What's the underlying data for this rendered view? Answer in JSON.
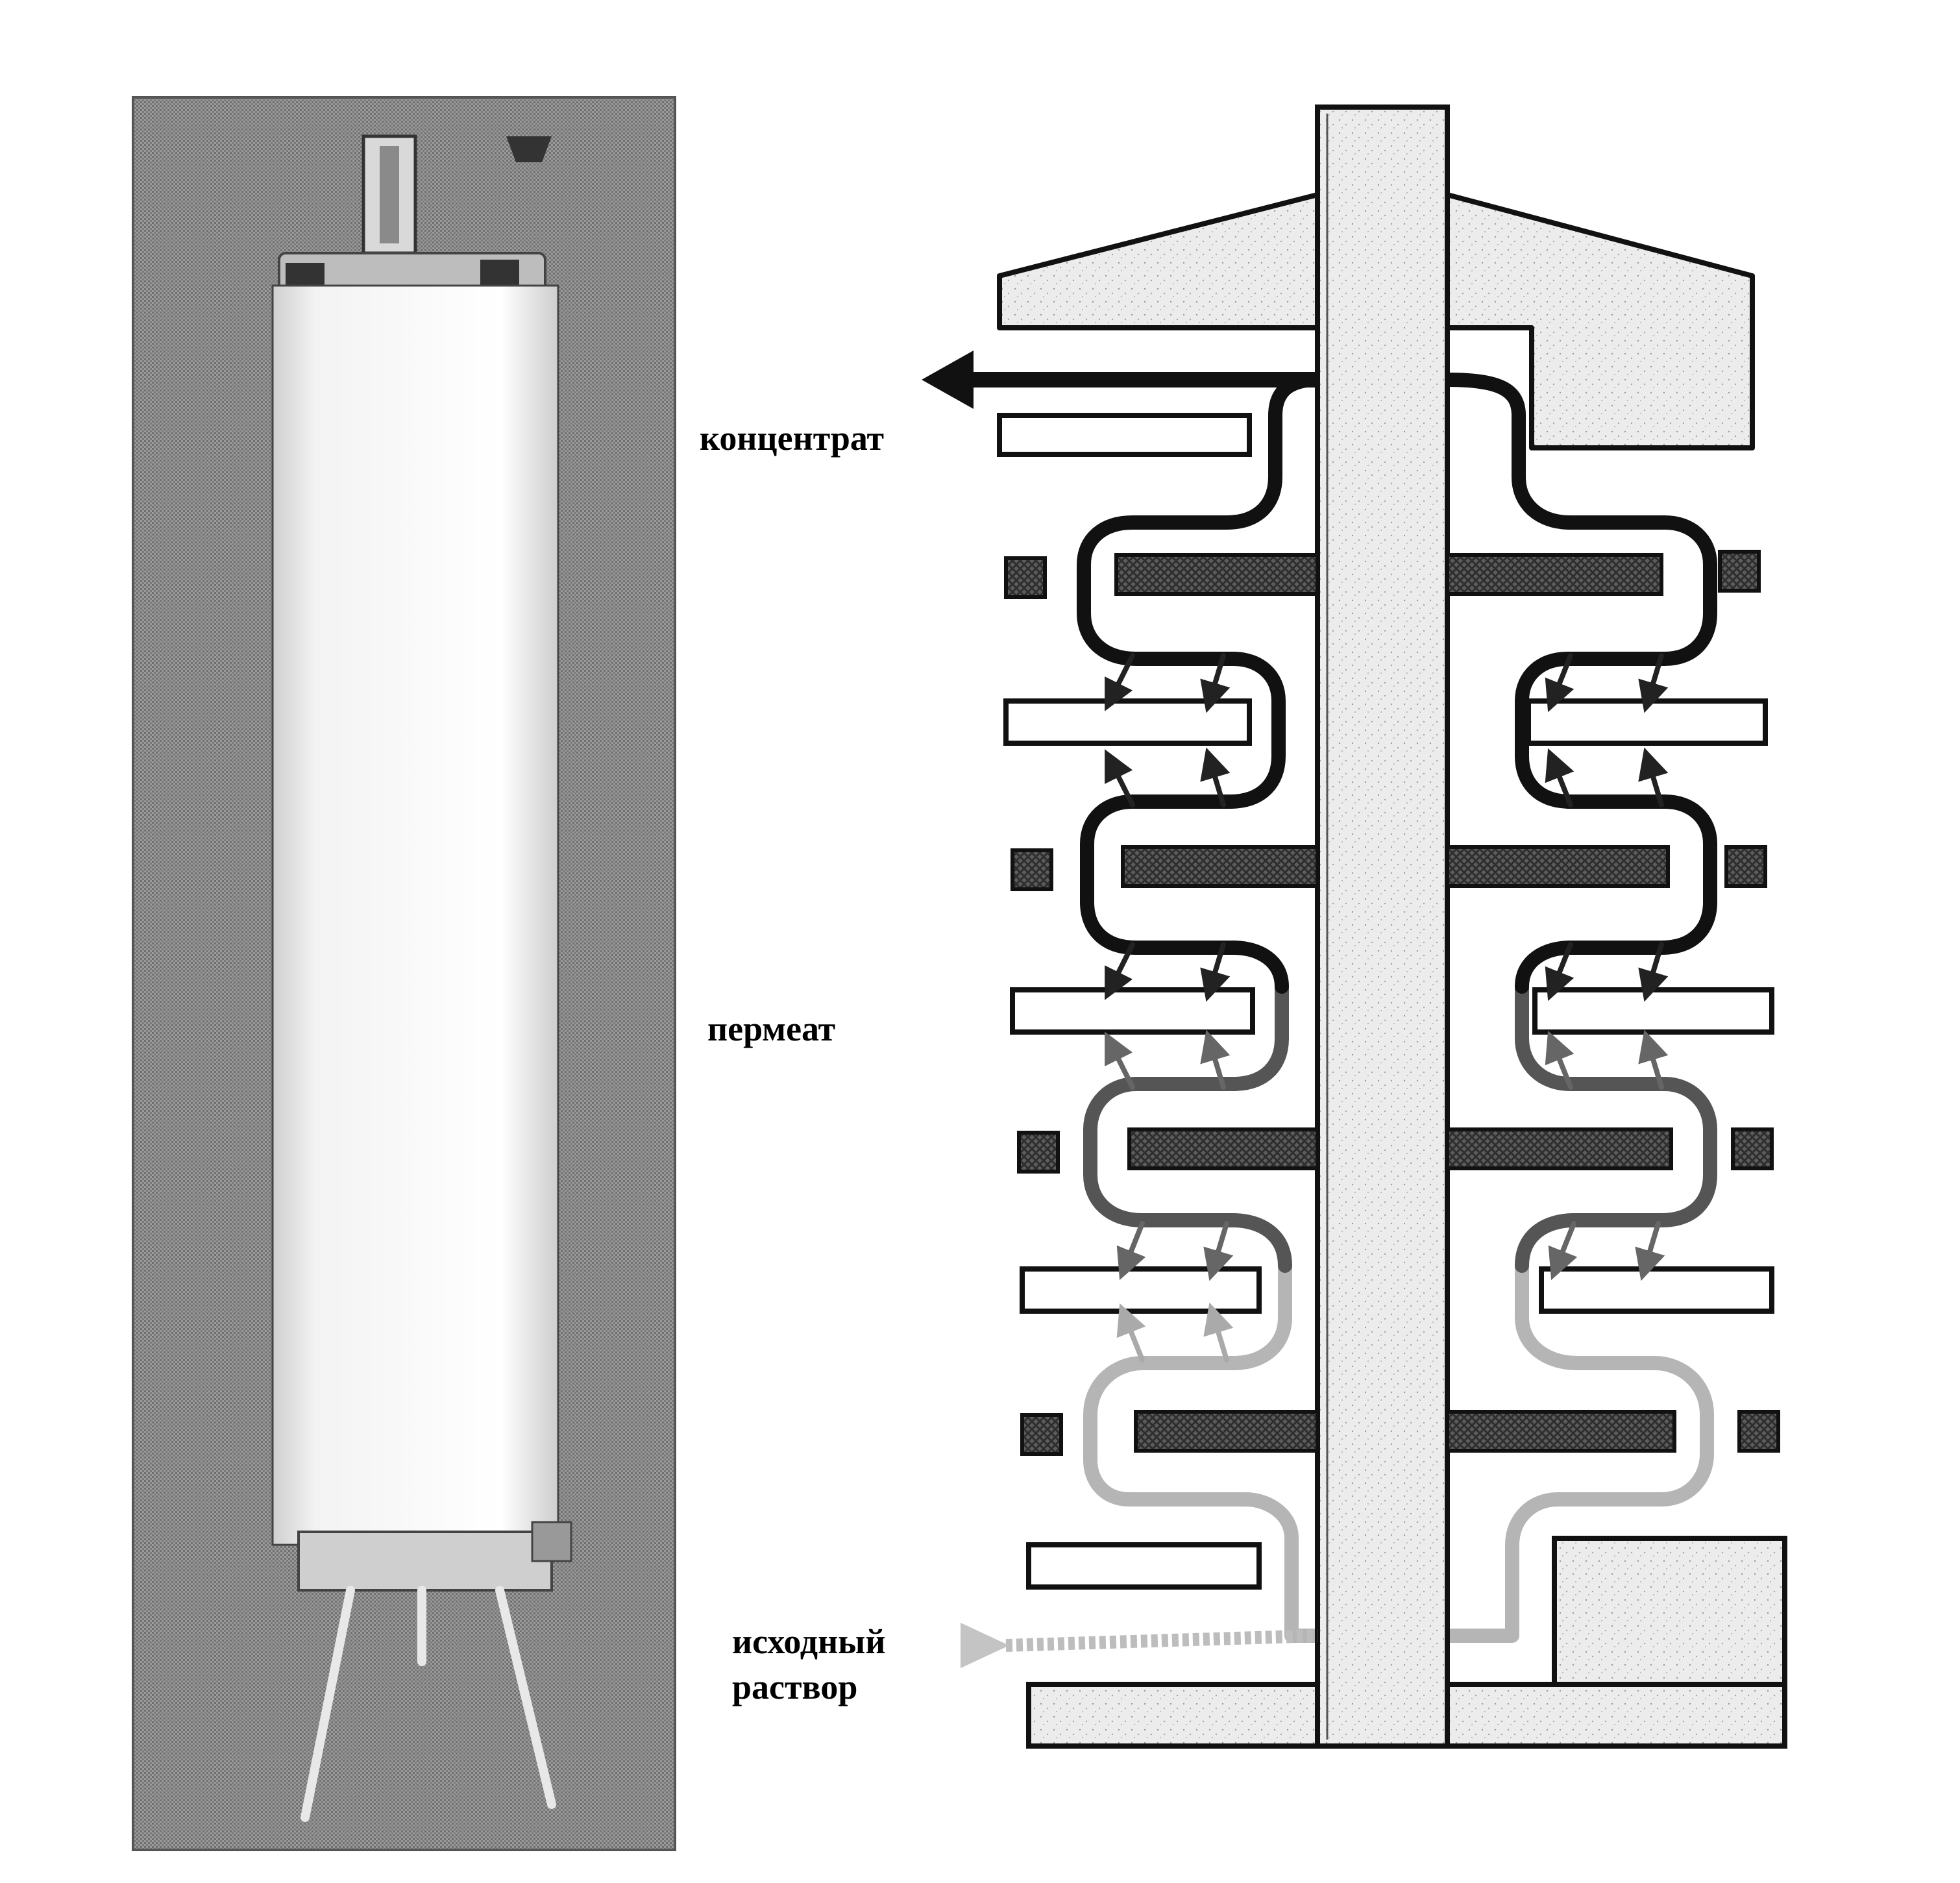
{
  "labels": {
    "concentrate": "концентрат",
    "permeate": "пермеат",
    "feed_line1": "исходный",
    "feed_line2": "раствор"
  },
  "colors": {
    "background": "#ffffff",
    "outline": "#111111",
    "photo_background": "#8a8a8a",
    "device_body": "#f4f4f4",
    "shaft_fill": "#e6e6e6",
    "membrane_plate": "#6a6a6a",
    "spacer_fill": "#ffffff",
    "flow_concentrate": "#111111",
    "flow_mid": "#555555",
    "flow_feed": "#b5b5b5"
  }
}
